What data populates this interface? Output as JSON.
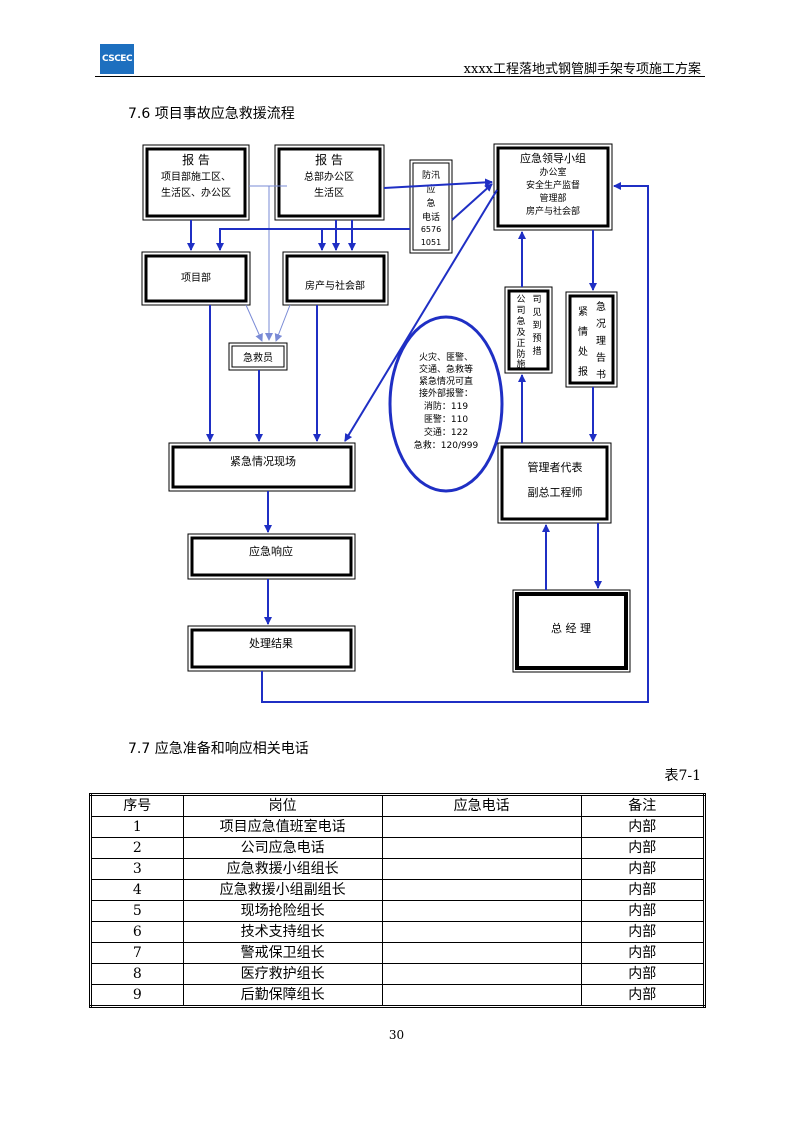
{
  "header": {
    "logo_text": "CSCEC",
    "title": "xxxx工程落地式钢管脚手架专项施工方案"
  },
  "section_76": {
    "title": "7.6 项目事故应急救援流程"
  },
  "flow": {
    "report1": {
      "title": "报    告",
      "lines": [
        "项目部施工区、",
        "生活区、办公区"
      ]
    },
    "report2": {
      "title": "报  告",
      "lines": [
        "总部办公区",
        "生活区"
      ]
    },
    "flood": {
      "chars": [
        "防汛",
        "应",
        "急",
        "电话",
        "6576",
        "1051"
      ]
    },
    "leader": {
      "lines": [
        "应急领导小组",
        "办公室",
        "安全生产监督",
        "管理部",
        "房产与社会部"
      ]
    },
    "project_dept": "项目部",
    "estate_dept": "房产与社会部",
    "rescuer": "急救员",
    "ellipse": {
      "lines": [
        "火灾、匪警、",
        "交通、急救等",
        "紧急情况可直",
        "接外部报警：",
        "消防：119",
        "匪警：110",
        "交通：122",
        "急救：120/999"
      ]
    },
    "company_plan": {
      "col1": [
        "公",
        "司",
        "急",
        "及",
        "正",
        "防",
        "施"
      ],
      "col2": [
        "司",
        "见",
        "到",
        "预",
        "措"
      ]
    },
    "emergency_report": {
      "col1": [
        "紧",
        "情",
        "处",
        "报"
      ],
      "col2": [
        "急",
        "况",
        "理",
        "告",
        "书"
      ]
    },
    "scene": "紧急情况现场",
    "manager_rep": {
      "lines": [
        "管理者代表",
        "副总工程师"
      ]
    },
    "response": "应急响应",
    "result": "处理结果",
    "gm": "总 经 理"
  },
  "section_77": {
    "title": "7.7 应急准备和响应相关电话"
  },
  "table": {
    "caption": "表7-1",
    "headers": [
      "序号",
      "岗位",
      "应急电话",
      "备注"
    ],
    "rows": [
      [
        "1",
        "项目应急值班室电话",
        "",
        "内部"
      ],
      [
        "2",
        "公司应急电话",
        "",
        "内部"
      ],
      [
        "3",
        "应急救援小组组长",
        "",
        "内部"
      ],
      [
        "4",
        "应急救援小组副组长",
        "",
        "内部"
      ],
      [
        "5",
        "现场抢险组长",
        "",
        "内部"
      ],
      [
        "6",
        "技术支持组长",
        "",
        "内部"
      ],
      [
        "7",
        "警戒保卫组长",
        "",
        "内部"
      ],
      [
        "8",
        "医疗救护组长",
        "",
        "内部"
      ],
      [
        "9",
        "后勤保障组长",
        "",
        "内部"
      ]
    ]
  },
  "page_number": "30",
  "colors": {
    "arrow": "#1f2fc4",
    "logo": "#1d6fbf"
  }
}
